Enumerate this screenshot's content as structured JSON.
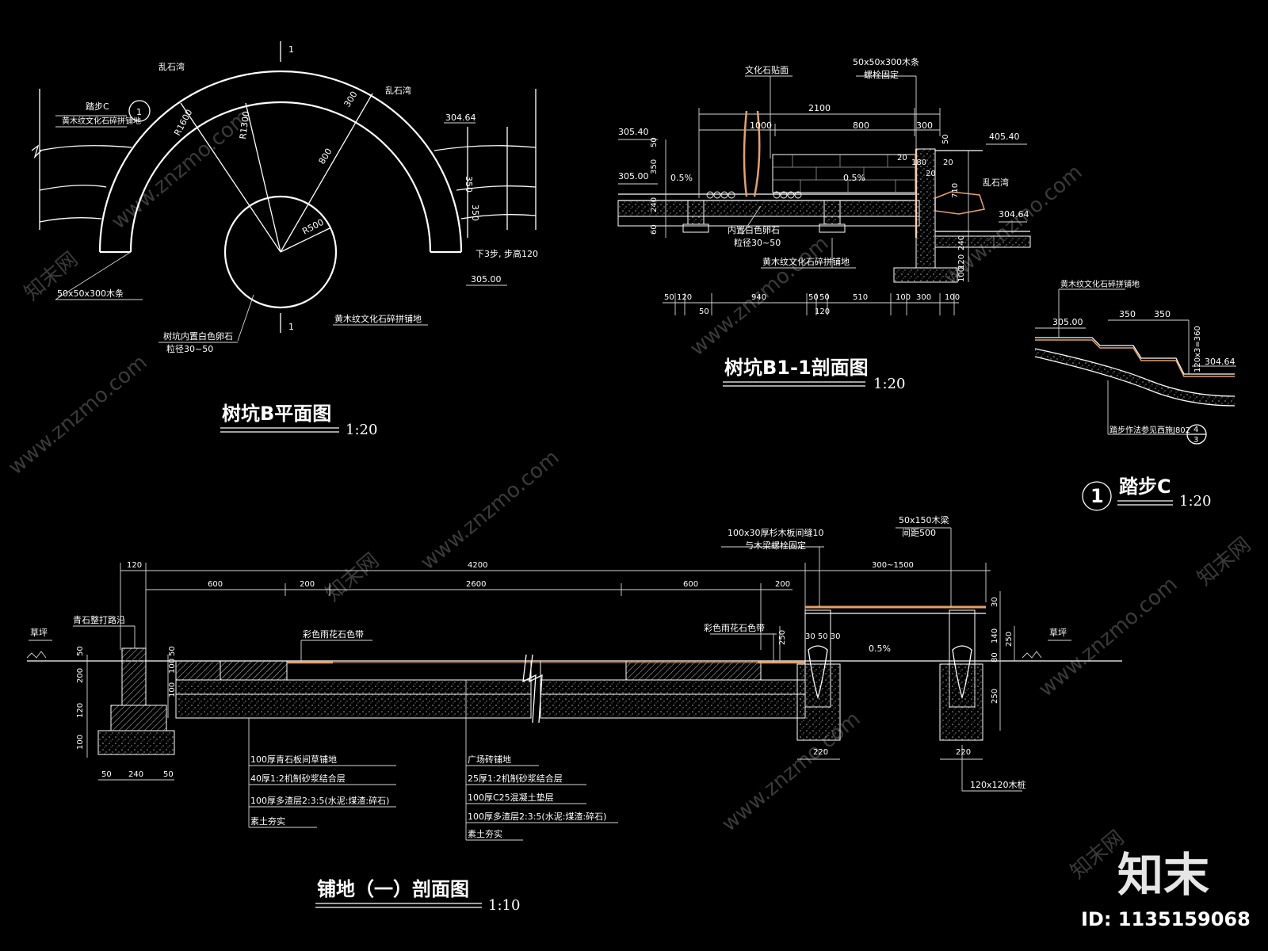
{
  "plan": {
    "title": "树坑B平面图",
    "scale": "1:20",
    "section_mark": "1",
    "labels": {
      "stone_left": "乱石湾",
      "stone_right": "乱石湾",
      "step_c": "踏步C",
      "step_c_num": "1",
      "paving_left": "黄木纹文化石碎拼铺地",
      "r1600": "R1600",
      "r1300": "R1300",
      "r500": "R500",
      "d300": "300",
      "d800": "800",
      "elev_30464": "304.64",
      "elev_30500": "305.00",
      "d350a": "350",
      "d350b": "350",
      "steps_down": "下3步, 步高120",
      "timber": "50x50x300木条",
      "pebbles_1": "树坑内置白色卵石",
      "pebbles_2": "粒径30~50",
      "paving_bottom": "黄木纹文化石碎拼铺地"
    }
  },
  "section_b1": {
    "title": "树坑B1-1剖面图",
    "scale": "1:20",
    "labels": {
      "stone_face": "文化石贴面",
      "timber_1": "50x50x300木条",
      "timber_2": "螺栓固定",
      "d2100": "2100",
      "d1000": "1000",
      "d800": "800",
      "d300": "300",
      "elev_30540": "305.40",
      "elev_30500": "305.00",
      "elev_40540": "405.40",
      "elev_30464": "304.64",
      "slope_a": "0.5%",
      "slope_b": "0.5%",
      "v50": "50",
      "v350": "350",
      "v240": "240",
      "v60": "60",
      "v20a": "20",
      "v180": "180",
      "v20b": "20",
      "v20c": "20",
      "v710": "710",
      "v240b": "240",
      "v120": "120",
      "v100": "100",
      "v50b": "50",
      "stone": "乱石湾",
      "pebbles_1": "内置白色卵石",
      "pebbles_2": "粒径30~50",
      "paving": "黄木纹文化石碎拼铺地",
      "dims_bottom": [
        "50",
        "120",
        "940",
        "50",
        "50",
        "510",
        "100",
        "300",
        "100"
      ],
      "dims_bottom_sub": [
        "50",
        "120"
      ]
    }
  },
  "step_c": {
    "title": "踏步C",
    "num": "1",
    "scale": "1:20",
    "labels": {
      "paving": "黄木纹文化石碎拼铺地",
      "elev_30500": "305.00",
      "d350a": "350",
      "d350b": "350",
      "height": "120x3=360",
      "elev_30464": "304.64",
      "ref": "踏步作法参见西施J802",
      "ref_num": "4",
      "ref_den": "3"
    }
  },
  "section_paving": {
    "title": "铺地（一）剖面图",
    "scale": "1:10",
    "labels": {
      "d120": "120",
      "d4200": "4200",
      "d600a": "600",
      "d200a": "200",
      "d2600": "2600",
      "d600b": "600",
      "d200b": "200",
      "d300_1500": "300~1500",
      "board_1": "100x30厚杉木板间缝10",
      "board_2": "与木梁螺栓固定",
      "beam_1": "50x150木梁",
      "beam_2": "间距500",
      "grass_l": "草坪",
      "grass_r": "草坪",
      "curb": "青石整打路沿",
      "band_l": "彩色雨花石色带",
      "band_r": "彩色雨花石色带",
      "slope": "0.5%",
      "v_left": [
        "50",
        "200",
        "120",
        "100"
      ],
      "v_left2": [
        "50",
        "100",
        "100"
      ],
      "v_right": [
        "30",
        "140",
        "80",
        "250"
      ],
      "v_right2": [
        "250"
      ],
      "v250": "250",
      "v30_50": "30 50 30",
      "w220a": "220",
      "w220b": "220",
      "post": "120x120木桩",
      "w_bottom": [
        "50",
        "240",
        "50"
      ],
      "layers_left": [
        "100厚青石板间草铺地",
        "40厚1:2机制砂浆结合层",
        "100厚多渣层2:3:5(水泥:煤渣:碎石)",
        "素土夯实"
      ],
      "layers_right": [
        "广场砖铺地",
        "25厚1:2机制砂浆结合层",
        "100厚C25混凝土垫层",
        "100厚多渣层2:3:5(水泥:煤渣:碎石)",
        "素土夯实"
      ]
    }
  },
  "watermarks": {
    "site": "www.znzmo.com",
    "cn": "知末网",
    "logo": "知末",
    "id": "ID: 1135159068"
  }
}
